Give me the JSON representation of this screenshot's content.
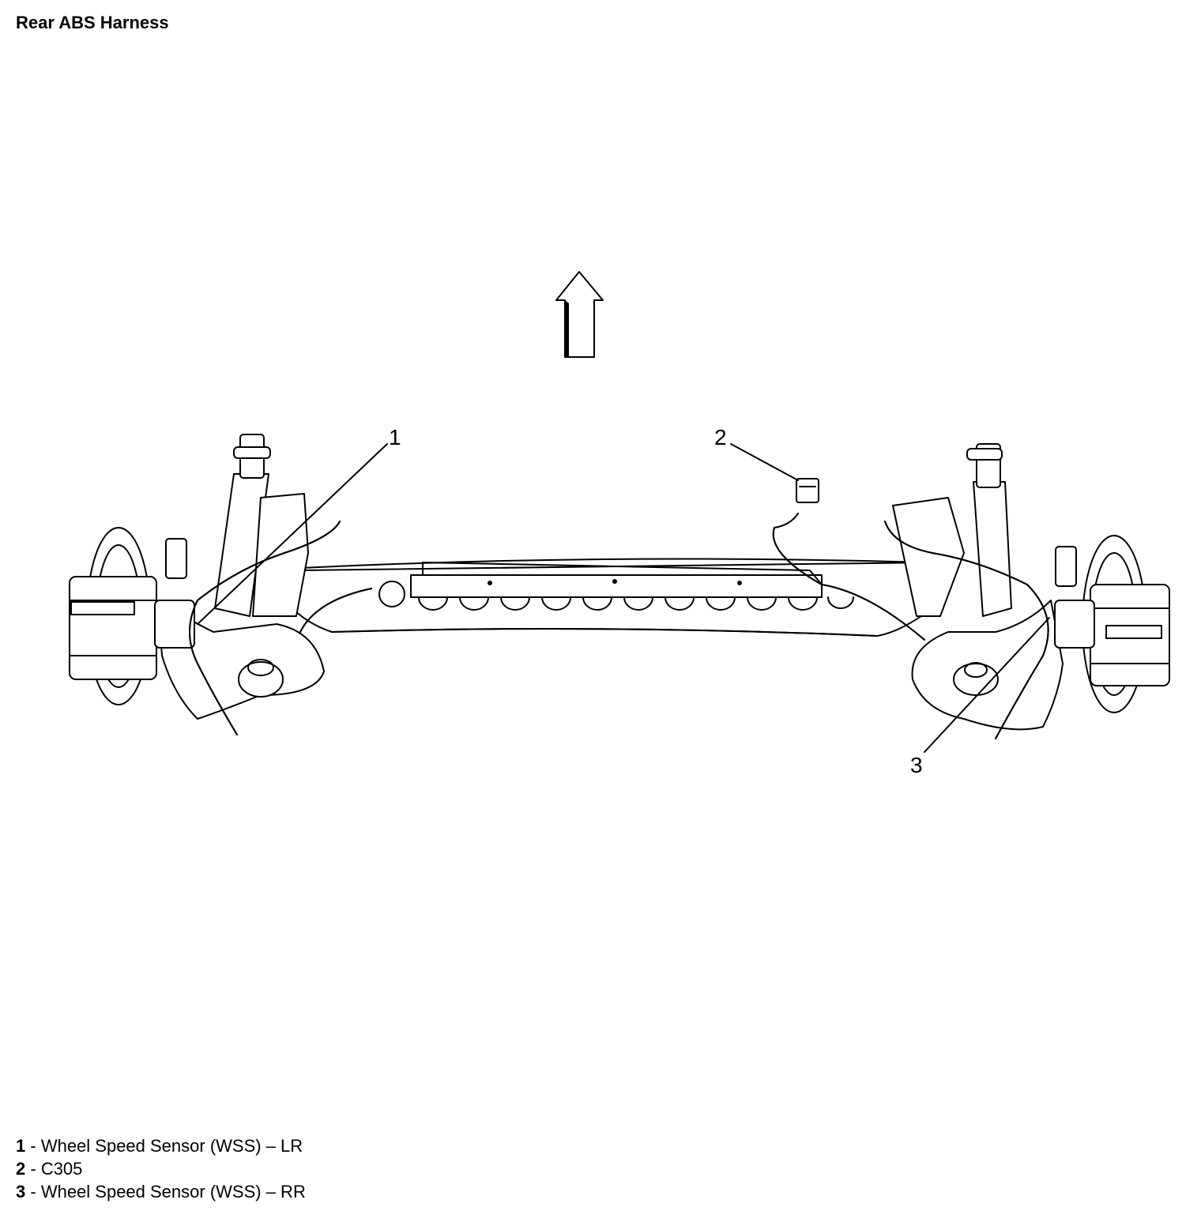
{
  "title": "Rear ABS Harness",
  "callouts": [
    "1",
    "2",
    "3"
  ],
  "legend": [
    {
      "num": "1",
      "sep": " - ",
      "text": "Wheel Speed Sensor (WSS) – LR"
    },
    {
      "num": "2",
      "sep": " - ",
      "text": "C305"
    },
    {
      "num": "3",
      "sep": " - ",
      "text": "Wheel Speed Sensor (WSS) – RR"
    }
  ],
  "icons": {
    "direction": "up-arrow-icon"
  }
}
